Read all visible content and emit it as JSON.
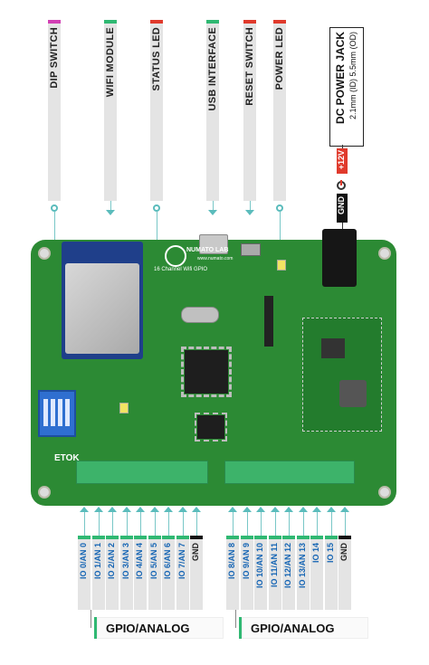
{
  "top_labels": [
    {
      "label": "DIP SWITCH",
      "color": "#d23fb4"
    },
    {
      "label": "WIFI MODULE",
      "color": "#2fb872"
    },
    {
      "label": "STATUS LED",
      "color": "#e03a2c"
    },
    {
      "label": "USB INTERFACE",
      "color": "#2fb872"
    },
    {
      "label": "RESET SWITCH",
      "color": "#e03a2c"
    },
    {
      "label": "POWER LED",
      "color": "#e03a2c"
    }
  ],
  "power_jack": {
    "title": "DC POWER JACK",
    "spec": "2.1mm (ID) 5.5mm (OD)",
    "positive": "+12V",
    "ground": "GND"
  },
  "board": {
    "brand": "NUMATO LAB",
    "name": "16 Channel Wifi GPIO",
    "url": "www.numato.com",
    "ce": "ETOK"
  },
  "io_left": [
    "IO 0/AN 0",
    "IO 1/AN 1",
    "IO 2/AN 2",
    "IO 3/AN 3",
    "IO 4/AN 4",
    "IO 5/AN 5",
    "IO 6/AN 6",
    "IO 7/AN 7",
    "GND"
  ],
  "io_right": [
    "IO 8/AN 8",
    "IO 9/AN 9",
    "IO 10/AN 10",
    "IO 11/AN 11",
    "IO 12/AN 12",
    "IO 13/AN 13",
    "IO 14",
    "IO 15",
    "GND"
  ],
  "group_labels": [
    "GPIO/ANALOG",
    "GPIO/ANALOG"
  ],
  "colors": {
    "pink": "#d23fb4",
    "green": "#2fb872",
    "red": "#e03a2c",
    "teal": "#5bbcbc",
    "pcb": "#2c8a34",
    "io_text": "#1464b4"
  }
}
